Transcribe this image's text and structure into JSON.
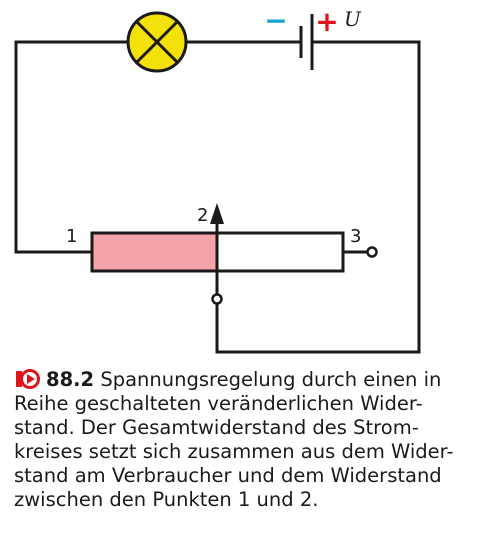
{
  "diagram": {
    "voltage_label": "U",
    "minus_sign": "−",
    "plus_sign": "+",
    "points": {
      "p1": "1",
      "p2": "2",
      "p3": "3"
    },
    "lamp_color": "#f5e10a",
    "resistor_active_color": "#f4a3a8",
    "plus_color": "#e2141b",
    "minus_color": "#1aa3d8"
  },
  "caption": {
    "icon": "play-arrow-icon",
    "number": "88.2",
    "lines": [
      " Spannungsregelung durch einen in",
      "Reihe geschalteten veränderlichen Wider-",
      "stand. Der Gesamtwiderstand des Strom-",
      "kreises setzt sich zusammen aus dem Wider-",
      "stand am Verbraucher und dem Widerstand",
      "zwischen den Punkten 1 und 2."
    ]
  }
}
